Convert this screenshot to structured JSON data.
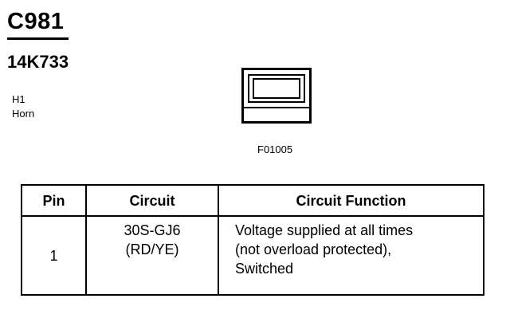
{
  "connector": {
    "id": "C981",
    "part_number": "14K733",
    "location_code": "H1",
    "location_desc": "Horn",
    "figure_code": "F01005"
  },
  "table": {
    "headers": {
      "pin": "Pin",
      "circuit": "Circuit",
      "function": "Circuit Function"
    },
    "rows": [
      {
        "pin": "1",
        "circuit_line1": "30S-GJ6",
        "circuit_line2": "(RD/YE)",
        "function_line1": "Voltage supplied at all times",
        "function_line2": "(not overload protected),",
        "function_line3": "Switched"
      }
    ]
  }
}
